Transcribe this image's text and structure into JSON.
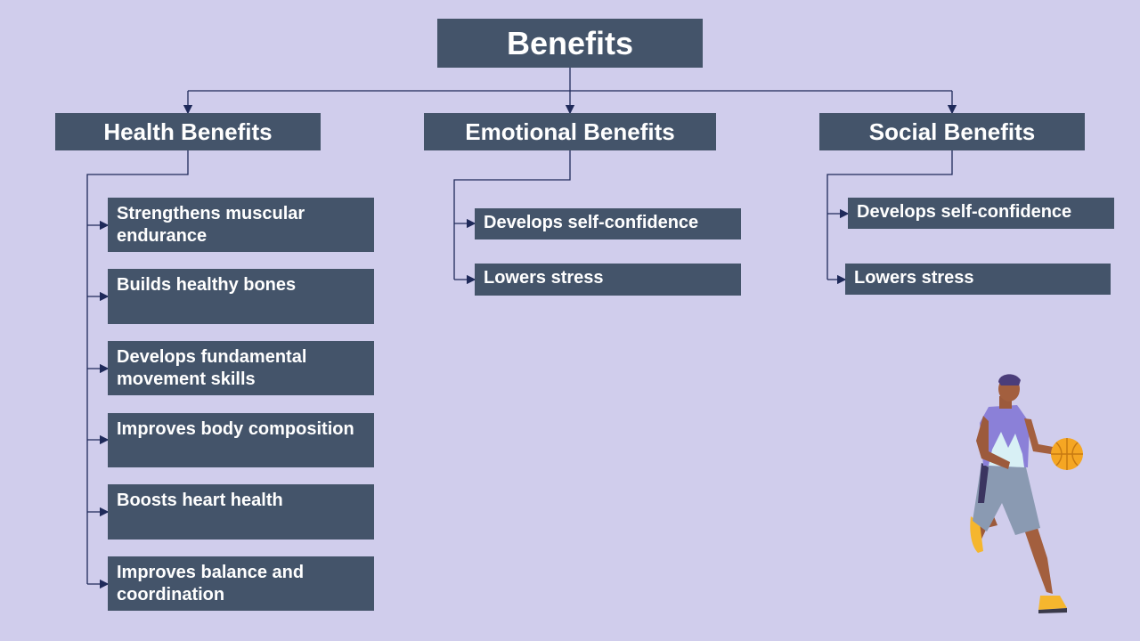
{
  "title": "Benefits",
  "categories": [
    {
      "label": "Health Benefits",
      "items": [
        "Strengthens muscular endurance",
        "Builds healthy bones",
        "Develops fundamental movement skills",
        "Improves body composition",
        "Boosts heart health",
        "Improves balance and coordination"
      ]
    },
    {
      "label": "Emotional Benefits",
      "items": [
        "Develops self-confidence",
        "Lowers stress"
      ]
    },
    {
      "label": "Social Benefits",
      "items": [
        "Develops self-confidence",
        "Lowers stress"
      ]
    }
  ],
  "colors": {
    "background": "#d0cdec",
    "box": "#44546a",
    "text": "#ffffff",
    "connector": "#1f2a5a"
  },
  "illustration": "basketball-player-icon"
}
